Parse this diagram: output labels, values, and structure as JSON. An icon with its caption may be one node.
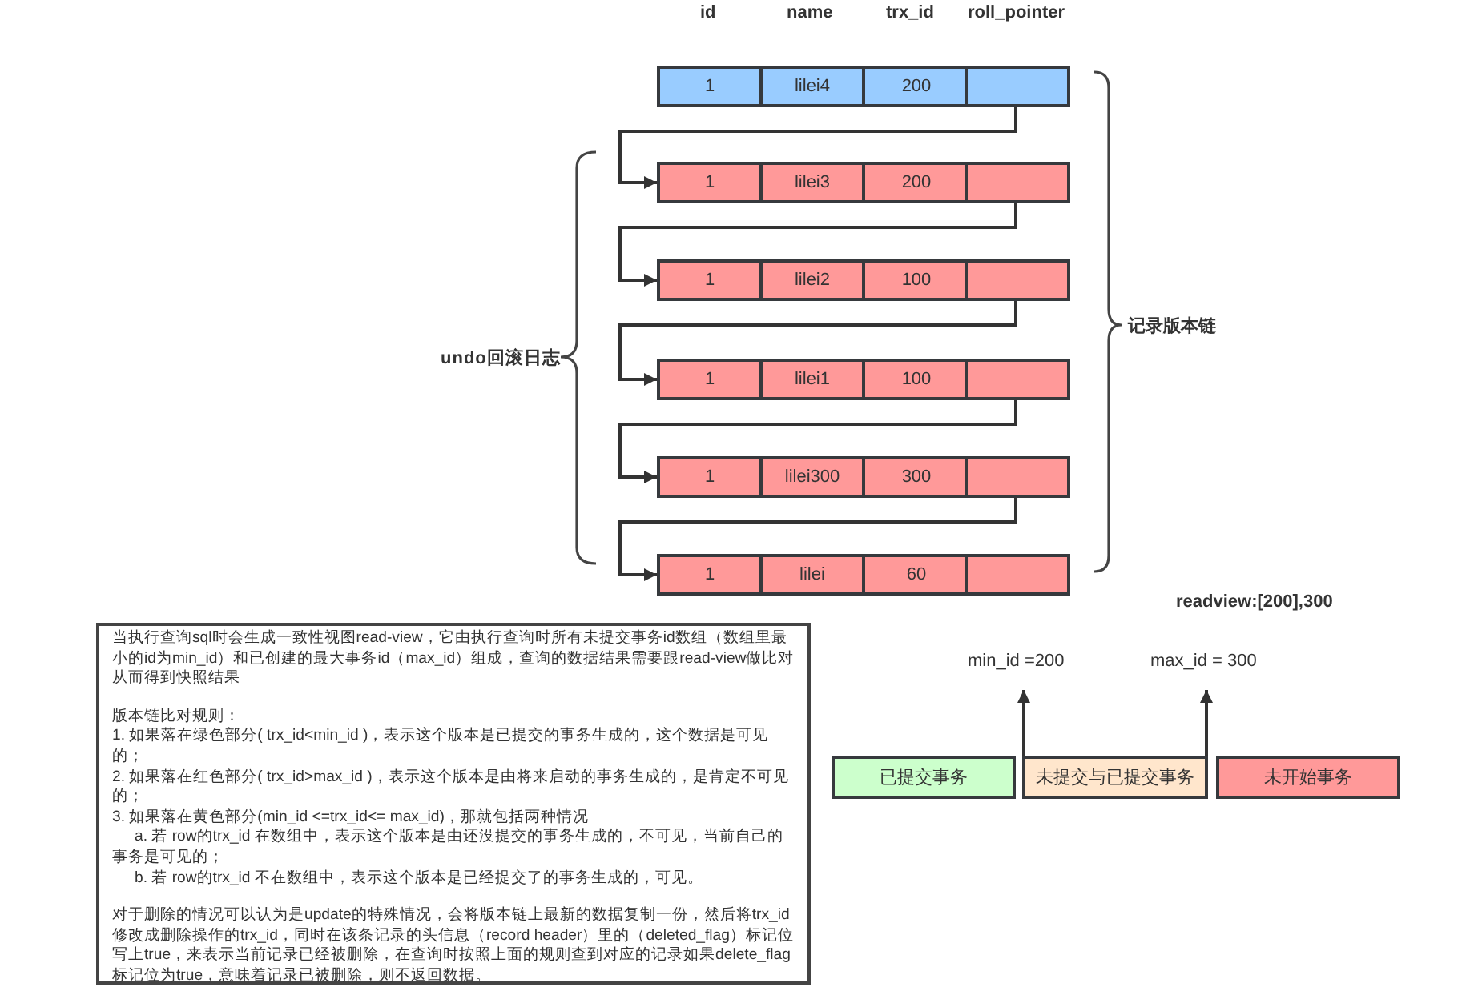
{
  "diagram": {
    "nodes": [
      {
        "text": [
          "1",
          "lilei4",
          "200"
        ]
      },
      {
        "text": [],
        "shape": "box",
        "in": 0
      },
      {
        "text": [
          "1",
          "lilei3",
          "200"
        ]
      },
      {
        "text": [],
        "shape": "box",
        "in": 2
      },
      {
        "text": [
          "1",
          "lilei2",
          "100"
        ]
      },
      {
        "text": [],
        "shape": "box",
        "in": 4
      },
      {
        "text": [
          "1",
          "lilei1",
          "100"
        ]
      },
      {
        "text": [],
        "shape": "box",
        "in": 6
      },
      {
        "text": [
          "1",
          "lilei300",
          "300"
        ]
      },
      {
        "text": [],
        "shape": "box",
        "in": 8
      },
      {
        "text": [
          "1",
          "lilei",
          "60"
        ]
      },
      {
        "text": [],
        "shape": "box",
        "in": 10
      },
      {
        "text": [
          "当执行查询sql时会生成一致性视图read-view，它由执行查询时所有未提交事务id数组（数组里最小的id为min_id）和已创建的最大事务id（max_id）组成，查询的数据结果需要跟read-view做比对从而得到快照结果",
          "版本链比对规则：",
          "1. 如果落在绿色部分( trx_id<min_id )，表示这个版本是已提交的事务生成的，这个数据是可见的；",
          "2. 如果落在红色部分( trx_id>max_id )，表示这个版本是由将来启动的事务生成的，是肯定不可见的；",
          "3. 如果落在黄色部分(min_id <=trx_id<= max_id)，那就包括两种情况",
          "a. 若 row的trx_id 在数组中，表示这个版本是由还没提交的事务生成的，不可见，当前自己的事务是可见的；",
          "b. 若 row的trx_id 不在数组中，表示这个版本是已经提交了的事务生成的，可见。",
          "对于删除的情况可以认为是update的特殊情况，会将版本链上最新的数据复制一份，然后将trx_id修改成删除操作的trx_id，同时在该条记录的头信息（record header）里的（deleted_flag）标记位写上true，来表示当前记录已经被删除，在查询时按照上面的规则查到对应的记录如果delete_flag标记位为true，意味着记录已被删除，则不返回数据。"
        ]
      },
      {
        "text": [
          "min_id =200"
        ]
      },
      {
        "text": [
          "max_id = 300"
        ]
      },
      {
        "text": [
          "已提交事务"
        ]
      },
      {
        "text": [
          "未提交与已提交事务"
        ]
      },
      {
        "text": [
          "未开始事务"
        ]
      }
    ],
    "edges": [
      {
        "from": 1,
        "to": 2,
        "arrow": "to"
      },
      {
        "from": 3,
        "to": 4,
        "arrow": "to"
      },
      {
        "from": 5,
        "to": 6,
        "arrow": "to"
      },
      {
        "from": 7,
        "to": 8,
        "arrow": "to"
      },
      {
        "from": 9,
        "to": 10,
        "arrow": "to"
      },
      {
        "from": 16,
        "to": 13,
        "arrow": "to"
      },
      {
        "from": 16,
        "to": 14,
        "arrow": "to"
      }
    ],
    "labels": [
      "id",
      "name",
      "trx_id",
      "roll_pointer",
      "undo回滚日志",
      "记录版本链",
      "readview:[200],300"
    ]
  }
}
